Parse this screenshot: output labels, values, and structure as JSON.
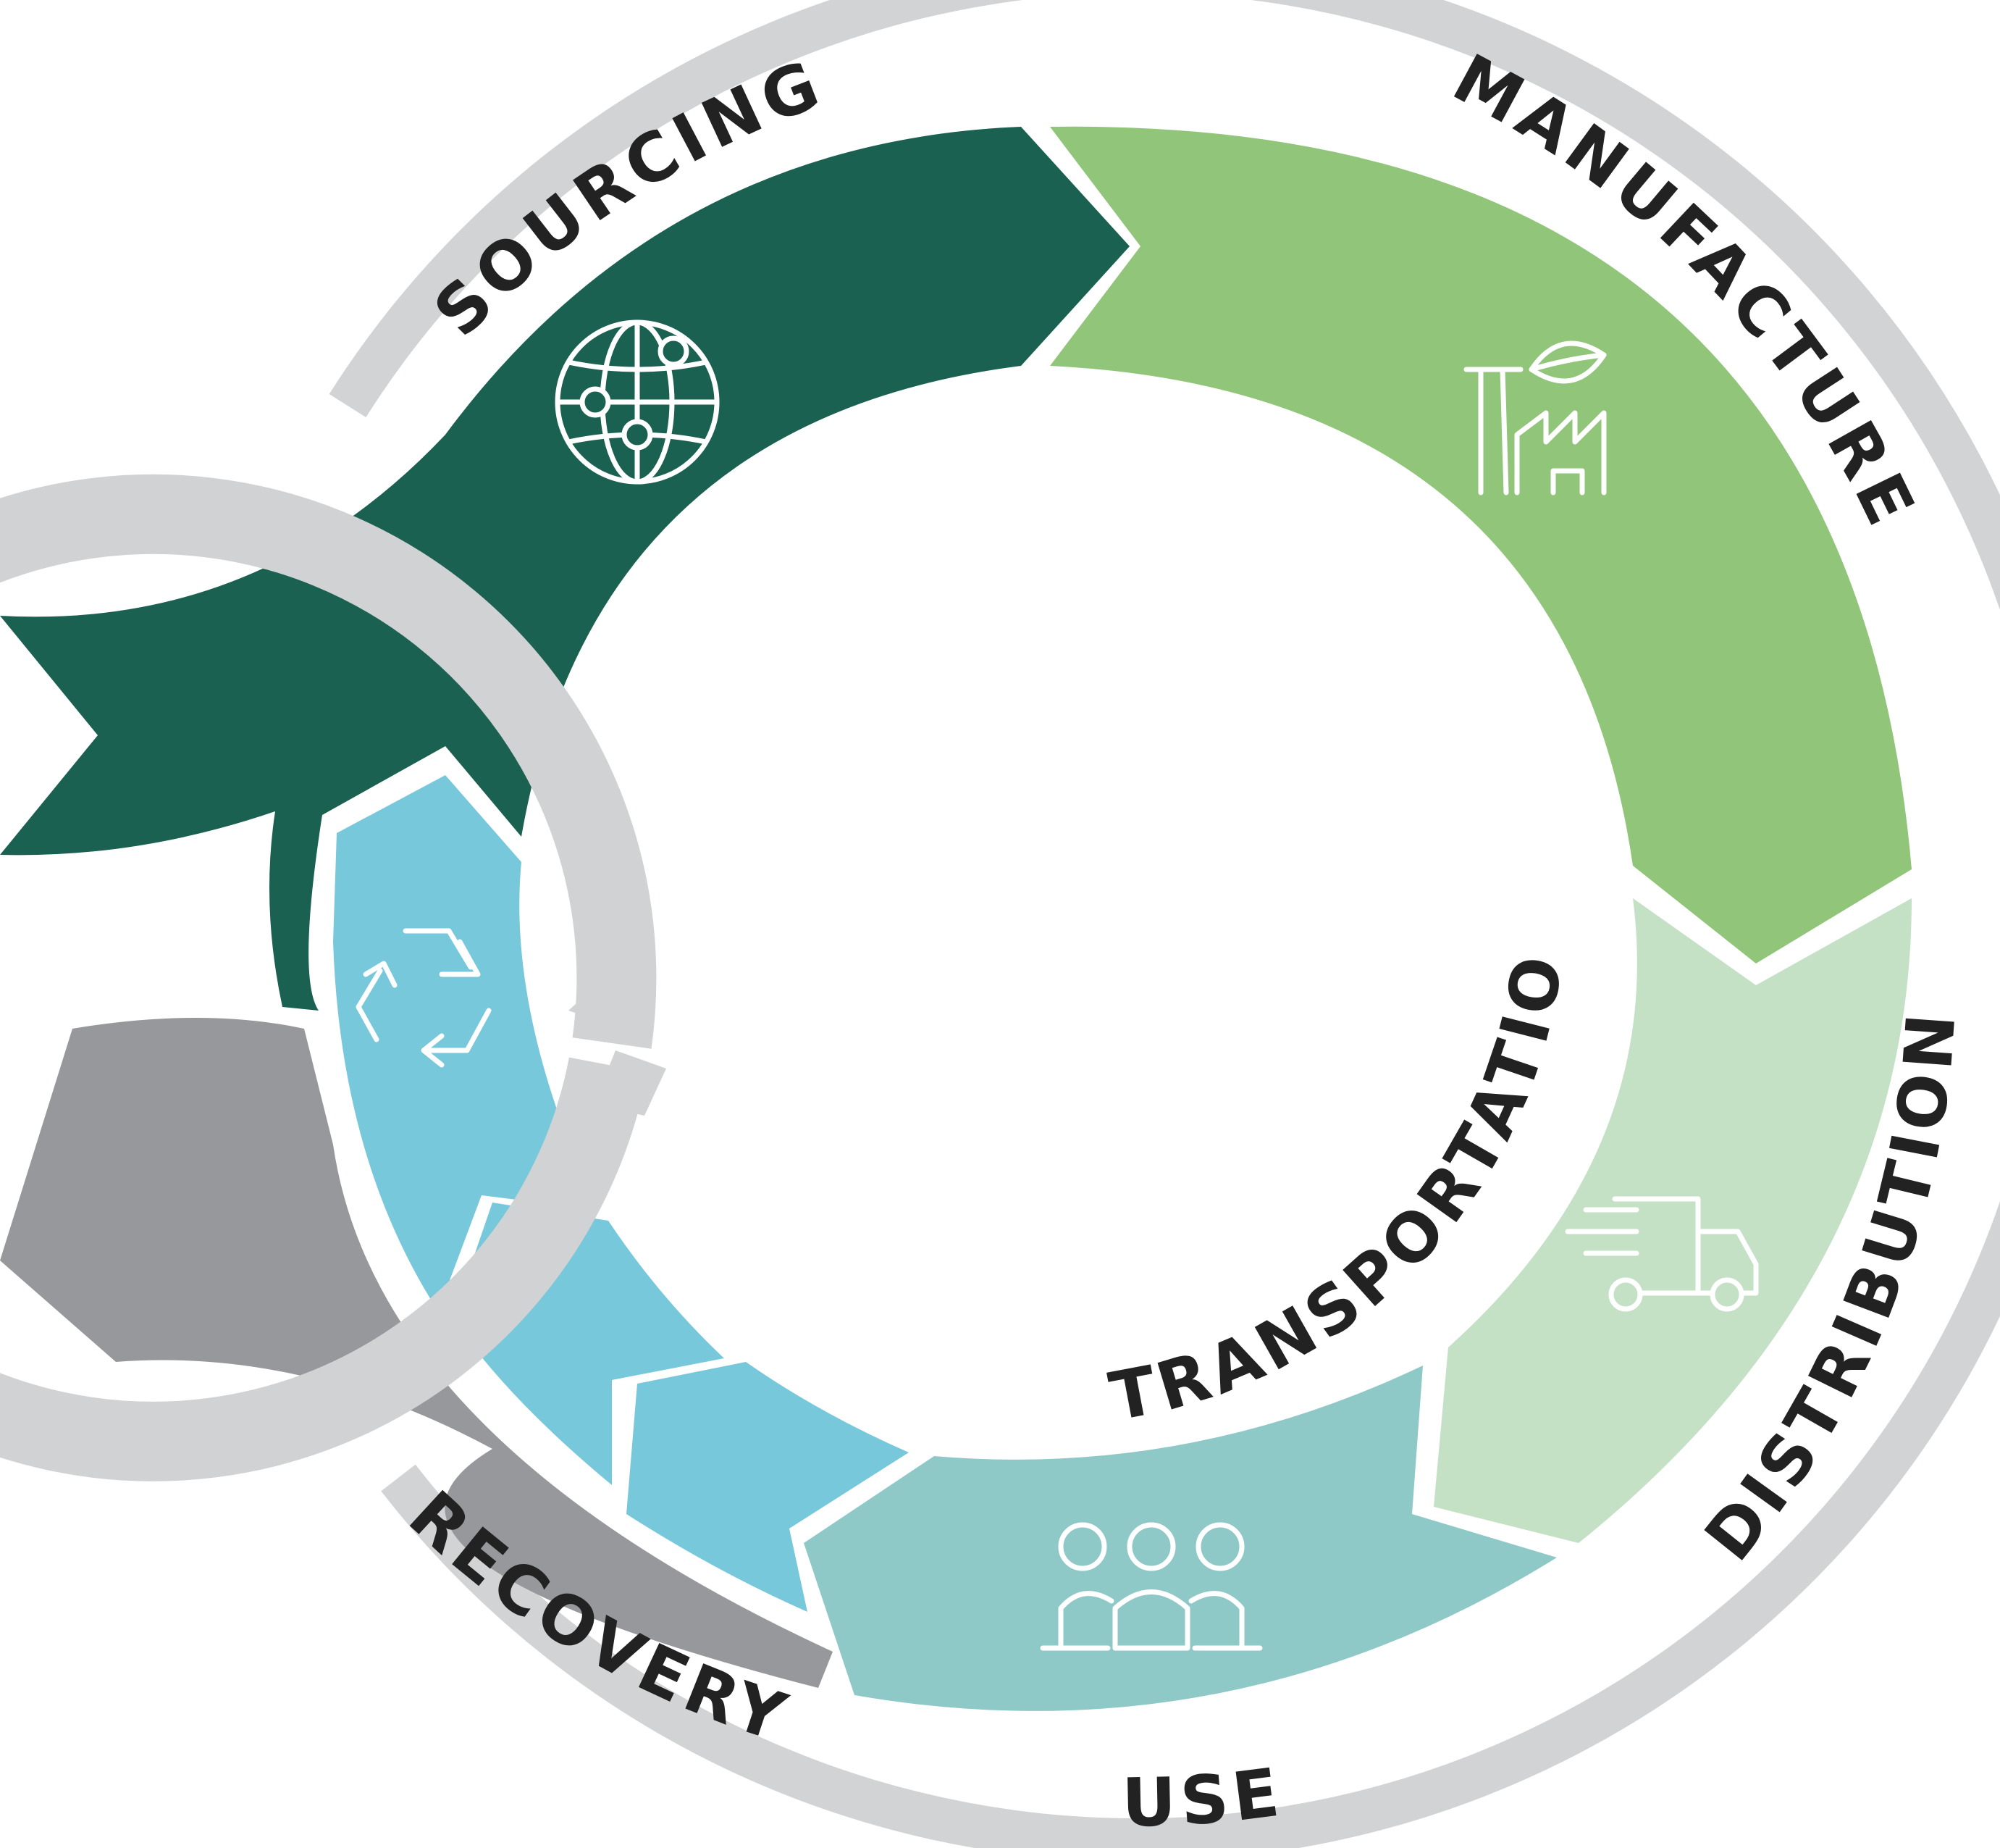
{
  "stages": {
    "sourcing": {
      "label": "SOURCING",
      "color": "#1b6152",
      "icon": "globe-network-icon"
    },
    "manufacture": {
      "label": "MANUFACTURE",
      "color": "#91c57a",
      "icon": "factory-leaf-icon"
    },
    "distribution": {
      "label": "DISTRIBUTION",
      "color": "#c4e0c5",
      "icon": "delivery-truck-icon"
    },
    "use": {
      "label": "USE",
      "color": "#8ec9c8",
      "icon": "people-group-icon"
    },
    "recovery": {
      "label": "RECOVERY",
      "color": "#78c8dc",
      "icon": "recycle-icon"
    },
    "transportation": {
      "label": "TRANSPORTATION",
      "color": "#d0d2d4"
    }
  },
  "colors": {
    "outer_ring": "#d1d3d4",
    "tail_gray": "#97989b",
    "text": "#222222"
  }
}
